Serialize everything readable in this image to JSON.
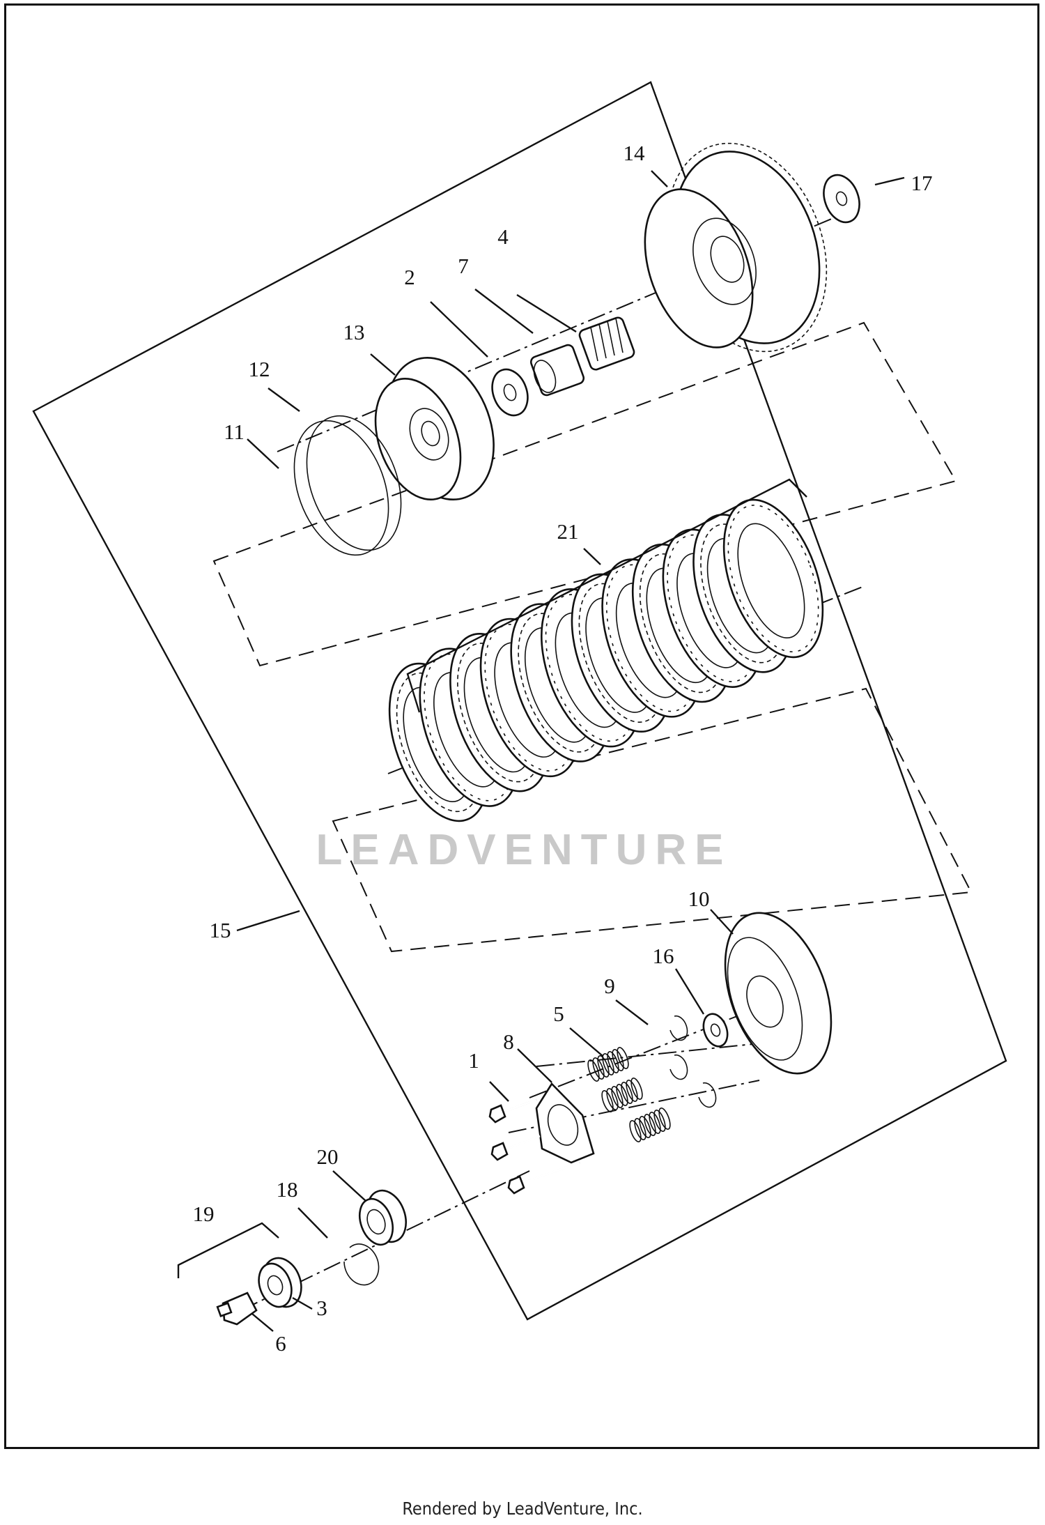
{
  "watermark": "LEADVENTURE",
  "footer": "Rendered by LeadVenture, Inc.",
  "callouts": [
    {
      "id": "c1",
      "label": "1"
    },
    {
      "id": "c2",
      "label": "2"
    },
    {
      "id": "c3",
      "label": "3"
    },
    {
      "id": "c4",
      "label": "4"
    },
    {
      "id": "c5",
      "label": "5"
    },
    {
      "id": "c6",
      "label": "6"
    },
    {
      "id": "c7",
      "label": "7"
    },
    {
      "id": "c8",
      "label": "8"
    },
    {
      "id": "c9",
      "label": "9"
    },
    {
      "id": "c10",
      "label": "10"
    },
    {
      "id": "c11",
      "label": "11"
    },
    {
      "id": "c12",
      "label": "12"
    },
    {
      "id": "c13",
      "label": "13"
    },
    {
      "id": "c14",
      "label": "14"
    },
    {
      "id": "c15",
      "label": "15"
    },
    {
      "id": "c16",
      "label": "16"
    },
    {
      "id": "c17",
      "label": "17"
    },
    {
      "id": "c18",
      "label": "18"
    },
    {
      "id": "c19",
      "label": "19"
    },
    {
      "id": "c20",
      "label": "20"
    },
    {
      "id": "c21",
      "label": "21"
    }
  ]
}
